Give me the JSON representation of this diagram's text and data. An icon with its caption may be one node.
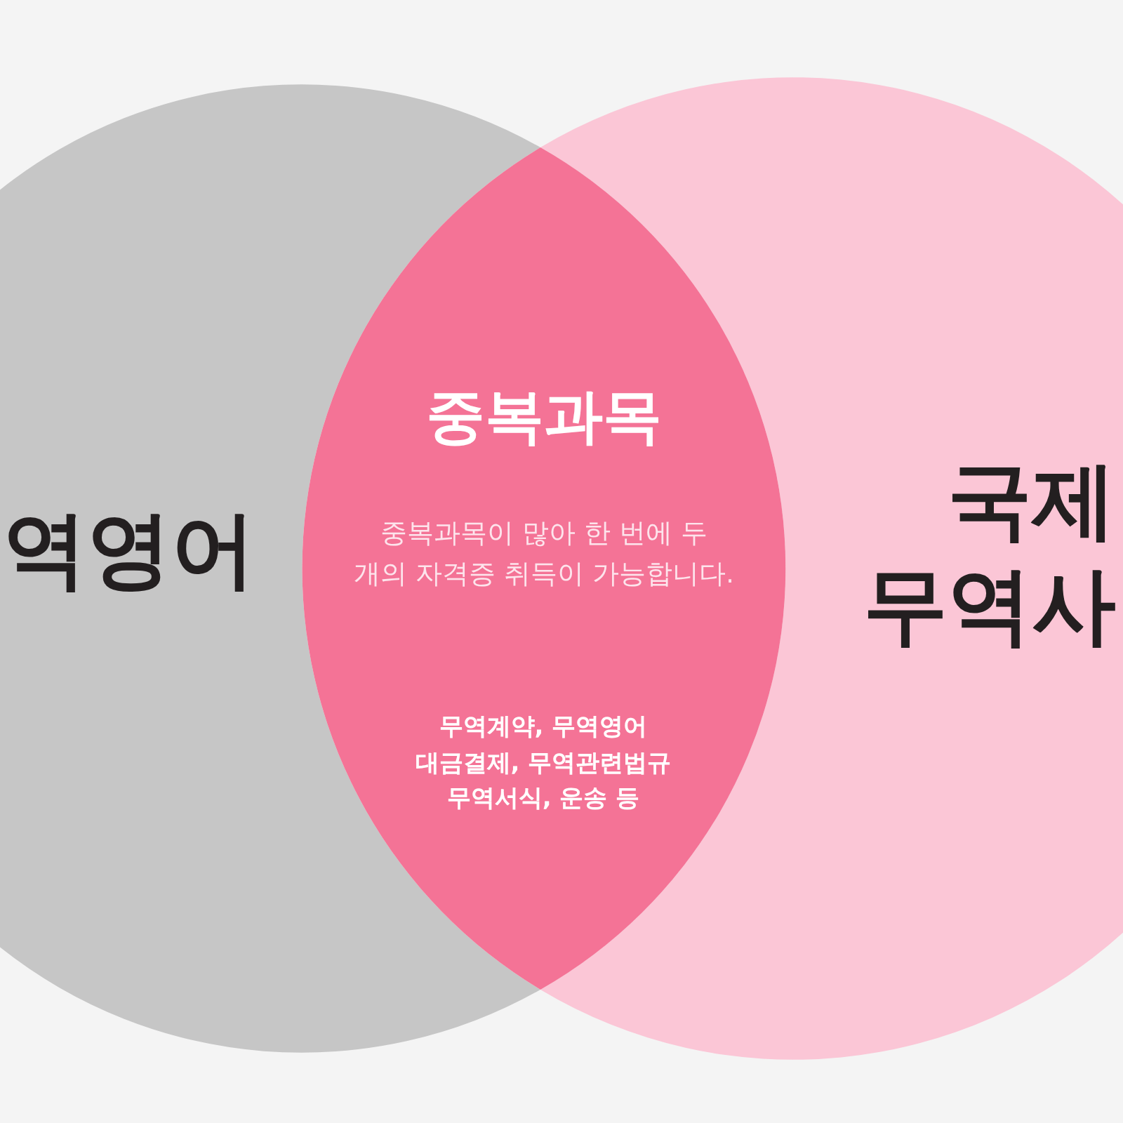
{
  "diagram": {
    "nodes": [
      {
        "text": [
          "역영어"
        ]
      },
      {
        "text": [
          "국제 무역사"
        ]
      },
      {
        "text": [
          "중복과목",
          "중복과목이 많아 한 번에 두 개의 자격증 취득이 가능합니다.",
          "무역계약, 무역영어 대금결제, 무역관련법규 무역서식, 운송 등"
        ]
      }
    ]
  }
}
